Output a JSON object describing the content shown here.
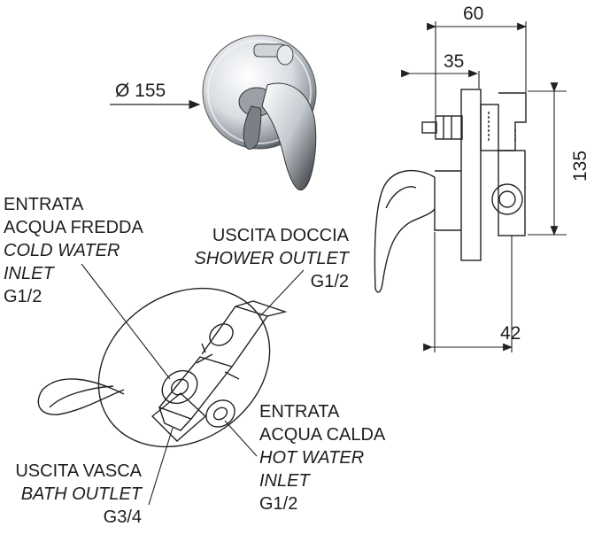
{
  "diameter_label": "Ø 155",
  "dimensions": {
    "width_60": "60",
    "width_35": "35",
    "height_135": "135",
    "depth_42": "42"
  },
  "cold_inlet": {
    "it": "ENTRATA",
    "it2": "ACQUA FREDDA",
    "en": "COLD WATER",
    "en2": "INLET",
    "size": "G1/2"
  },
  "shower_outlet": {
    "it": "USCITA DOCCIA",
    "en": "SHOWER OUTLET",
    "size": "G1/2"
  },
  "hot_inlet": {
    "it": "ENTRATA",
    "it2": "ACQUA CALDA",
    "en": "HOT WATER",
    "en2": "INLET",
    "size": "G1/2"
  },
  "bath_outlet": {
    "it": "USCITA VASCA",
    "en": "BATH OUTLET",
    "size": "G3/4"
  }
}
